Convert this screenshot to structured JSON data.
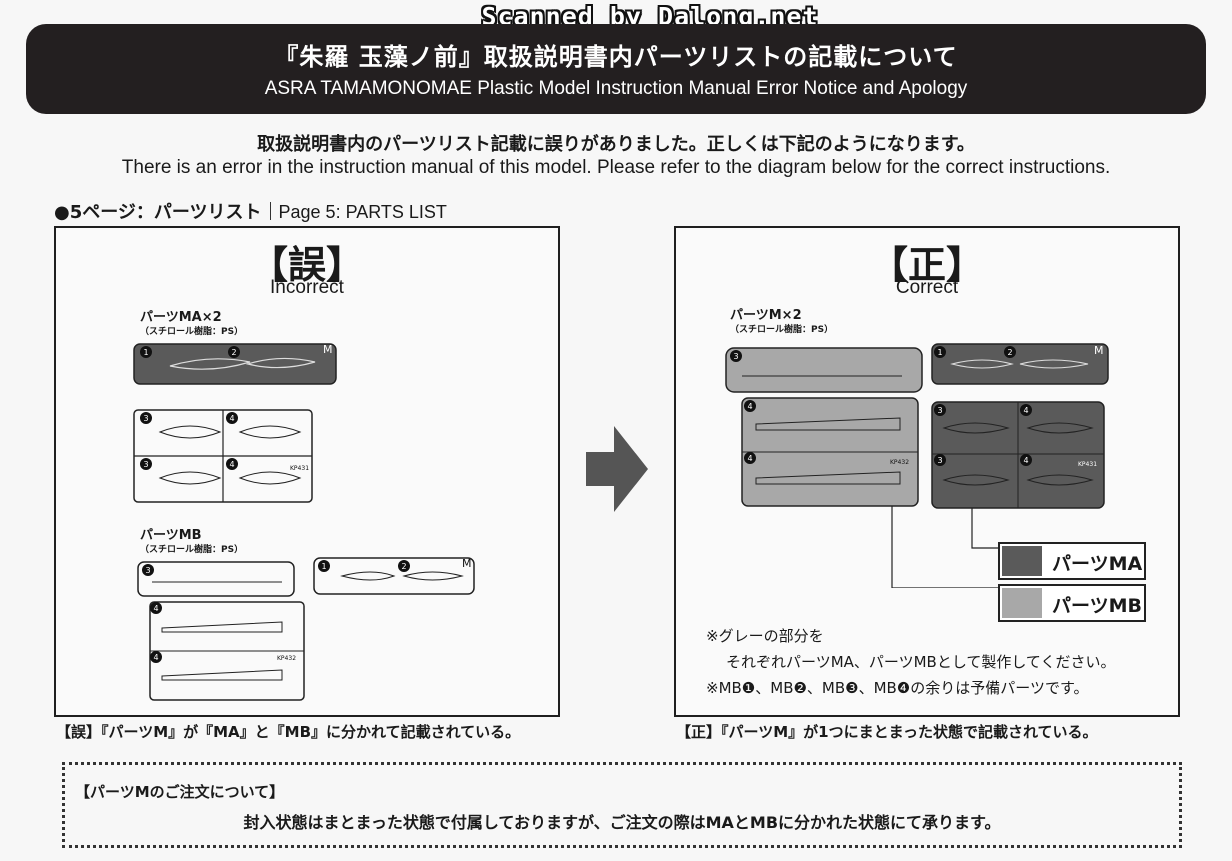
{
  "watermark": "Scanned by Dalong.net",
  "header": {
    "title_jp": "『朱羅 玉藻ノ前』取扱説明書内パーツリストの記載について",
    "title_en": "ASRA TAMAMONOMAE Plastic Model Instruction Manual Error Notice and Apology"
  },
  "intro": {
    "jp": "取扱説明書内のパーツリスト記載に誤りがありました。正しくは下記のようになります。",
    "en": "There is an error in the instruction manual of this model. Please refer to the diagram below for the correct instructions."
  },
  "section": {
    "title_jp": "●5ページ：パーツリスト",
    "title_en": "Page 5: PARTS LIST"
  },
  "incorrect": {
    "bracket": "【誤】",
    "label": "Incorrect",
    "sprue_a_title": "パーツMA×2",
    "sprue_a_sub": "（スチロール樹脂：PS）",
    "sprue_b_title": "パーツMB",
    "sprue_b_sub": "（スチロール樹脂：PS）",
    "caption": "【誤】『パーツM』が『MA』と『MB』に分かれて記載されている。"
  },
  "correct": {
    "bracket": "【正】",
    "label": "Correct",
    "sprue_title": "パーツM×2",
    "sprue_sub": "（スチロール樹脂：PS）",
    "caption": "【正】『パーツM』が1つにまとまった状態で記載されている。",
    "notes": [
      "※グレーの部分を",
      "それぞれパーツMA、パーツMBとして製作してください。",
      "※MB❶、MB❷、MB❸、MB❹の余りは予備パーツです。"
    ]
  },
  "legend": [
    {
      "label": "パーツMA",
      "color": "#5a5a5a"
    },
    {
      "label": "パーツMB",
      "color": "#a8a8a8"
    }
  ],
  "sprue_codes": {
    "m": "M",
    "kp431": "KP431",
    "kp432": "KP432",
    "n1": "1",
    "n2": "2",
    "n3": "3",
    "n4": "4"
  },
  "notice": {
    "heading": "【パーツMのご注文について】",
    "body": "封入状態はまとまった状態で付属しておりますが、ご注文の際はMAとMBに分かれた状態にて承ります。"
  },
  "colors": {
    "dark_banner": "#231f20",
    "part_ma": "#5a5a5a",
    "part_mb": "#a8a8a8"
  }
}
